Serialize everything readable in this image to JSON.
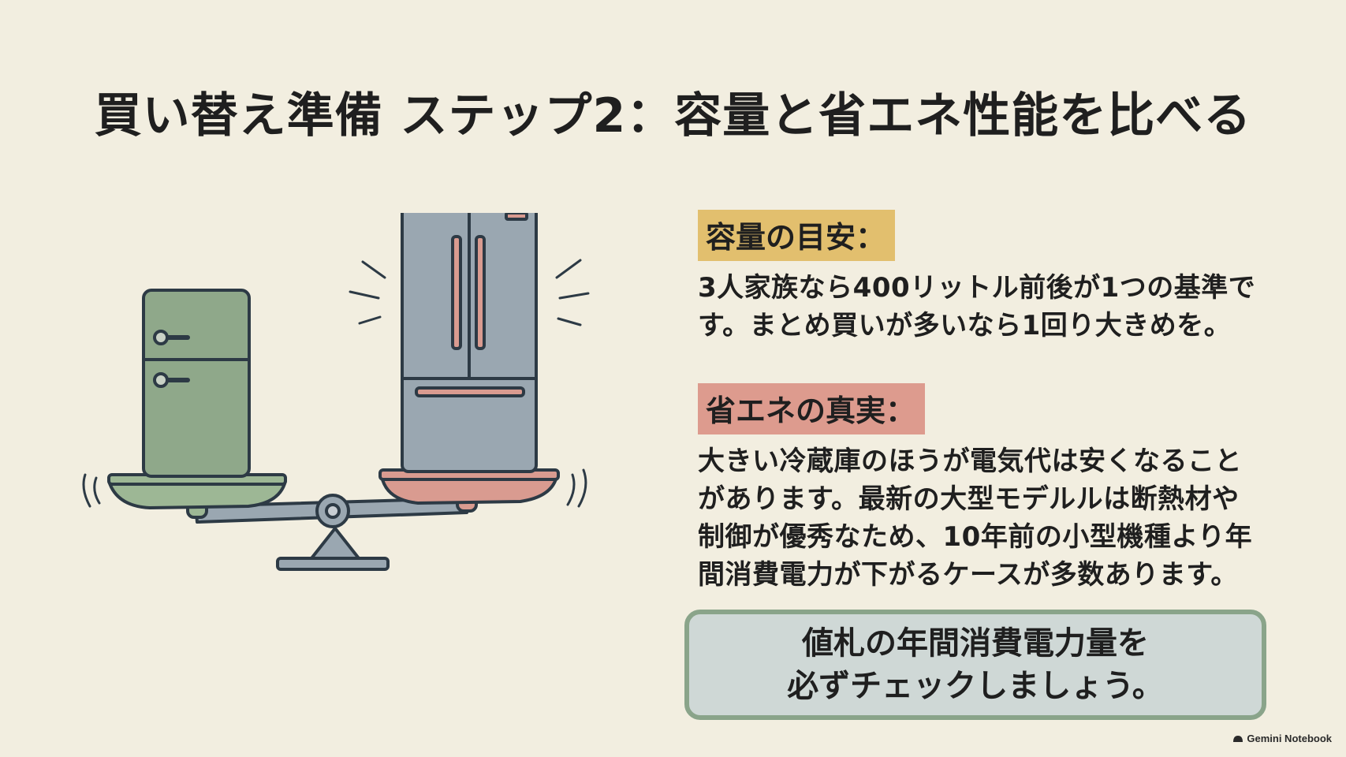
{
  "slide": {
    "title": "買い替え準備 ステップ2：容量と省エネ性能を比べる",
    "capacity": {
      "label": "容量の目安：",
      "lines": [
        "3人家族なら400リットル前後が1つの基準で",
        "す。まとめ買いが多いなら1回り大きめを。"
      ]
    },
    "energy": {
      "label": "省エネの真実：",
      "lines": [
        "大きい冷蔵庫のほうが電気代は安くなること",
        "があります。最新の大型モデルルは断熱材や",
        "制御が優秀なため、10年前の小型機種より年",
        "間消費電力が下がるケースが多数あります。"
      ]
    },
    "callout": {
      "lines": [
        "値札の年間消費電力量を",
        "必ずチェックしましょう。"
      ]
    },
    "branding": {
      "text": "Gemini Notebook",
      "icon": "notebook-icon"
    }
  },
  "colors": {
    "background": "#f2eee0",
    "capacity_highlight": "#e2bf6e",
    "energy_highlight": "#dd9b8e",
    "small_fridge": "#8fa88a",
    "large_fridge": "#9aa7b1",
    "scale": "#9aa7b1",
    "left_pan": "#9db795",
    "right_pan": "#d99b90",
    "callout_bg": "#cfd8d6",
    "callout_border": "#8aa48a"
  }
}
